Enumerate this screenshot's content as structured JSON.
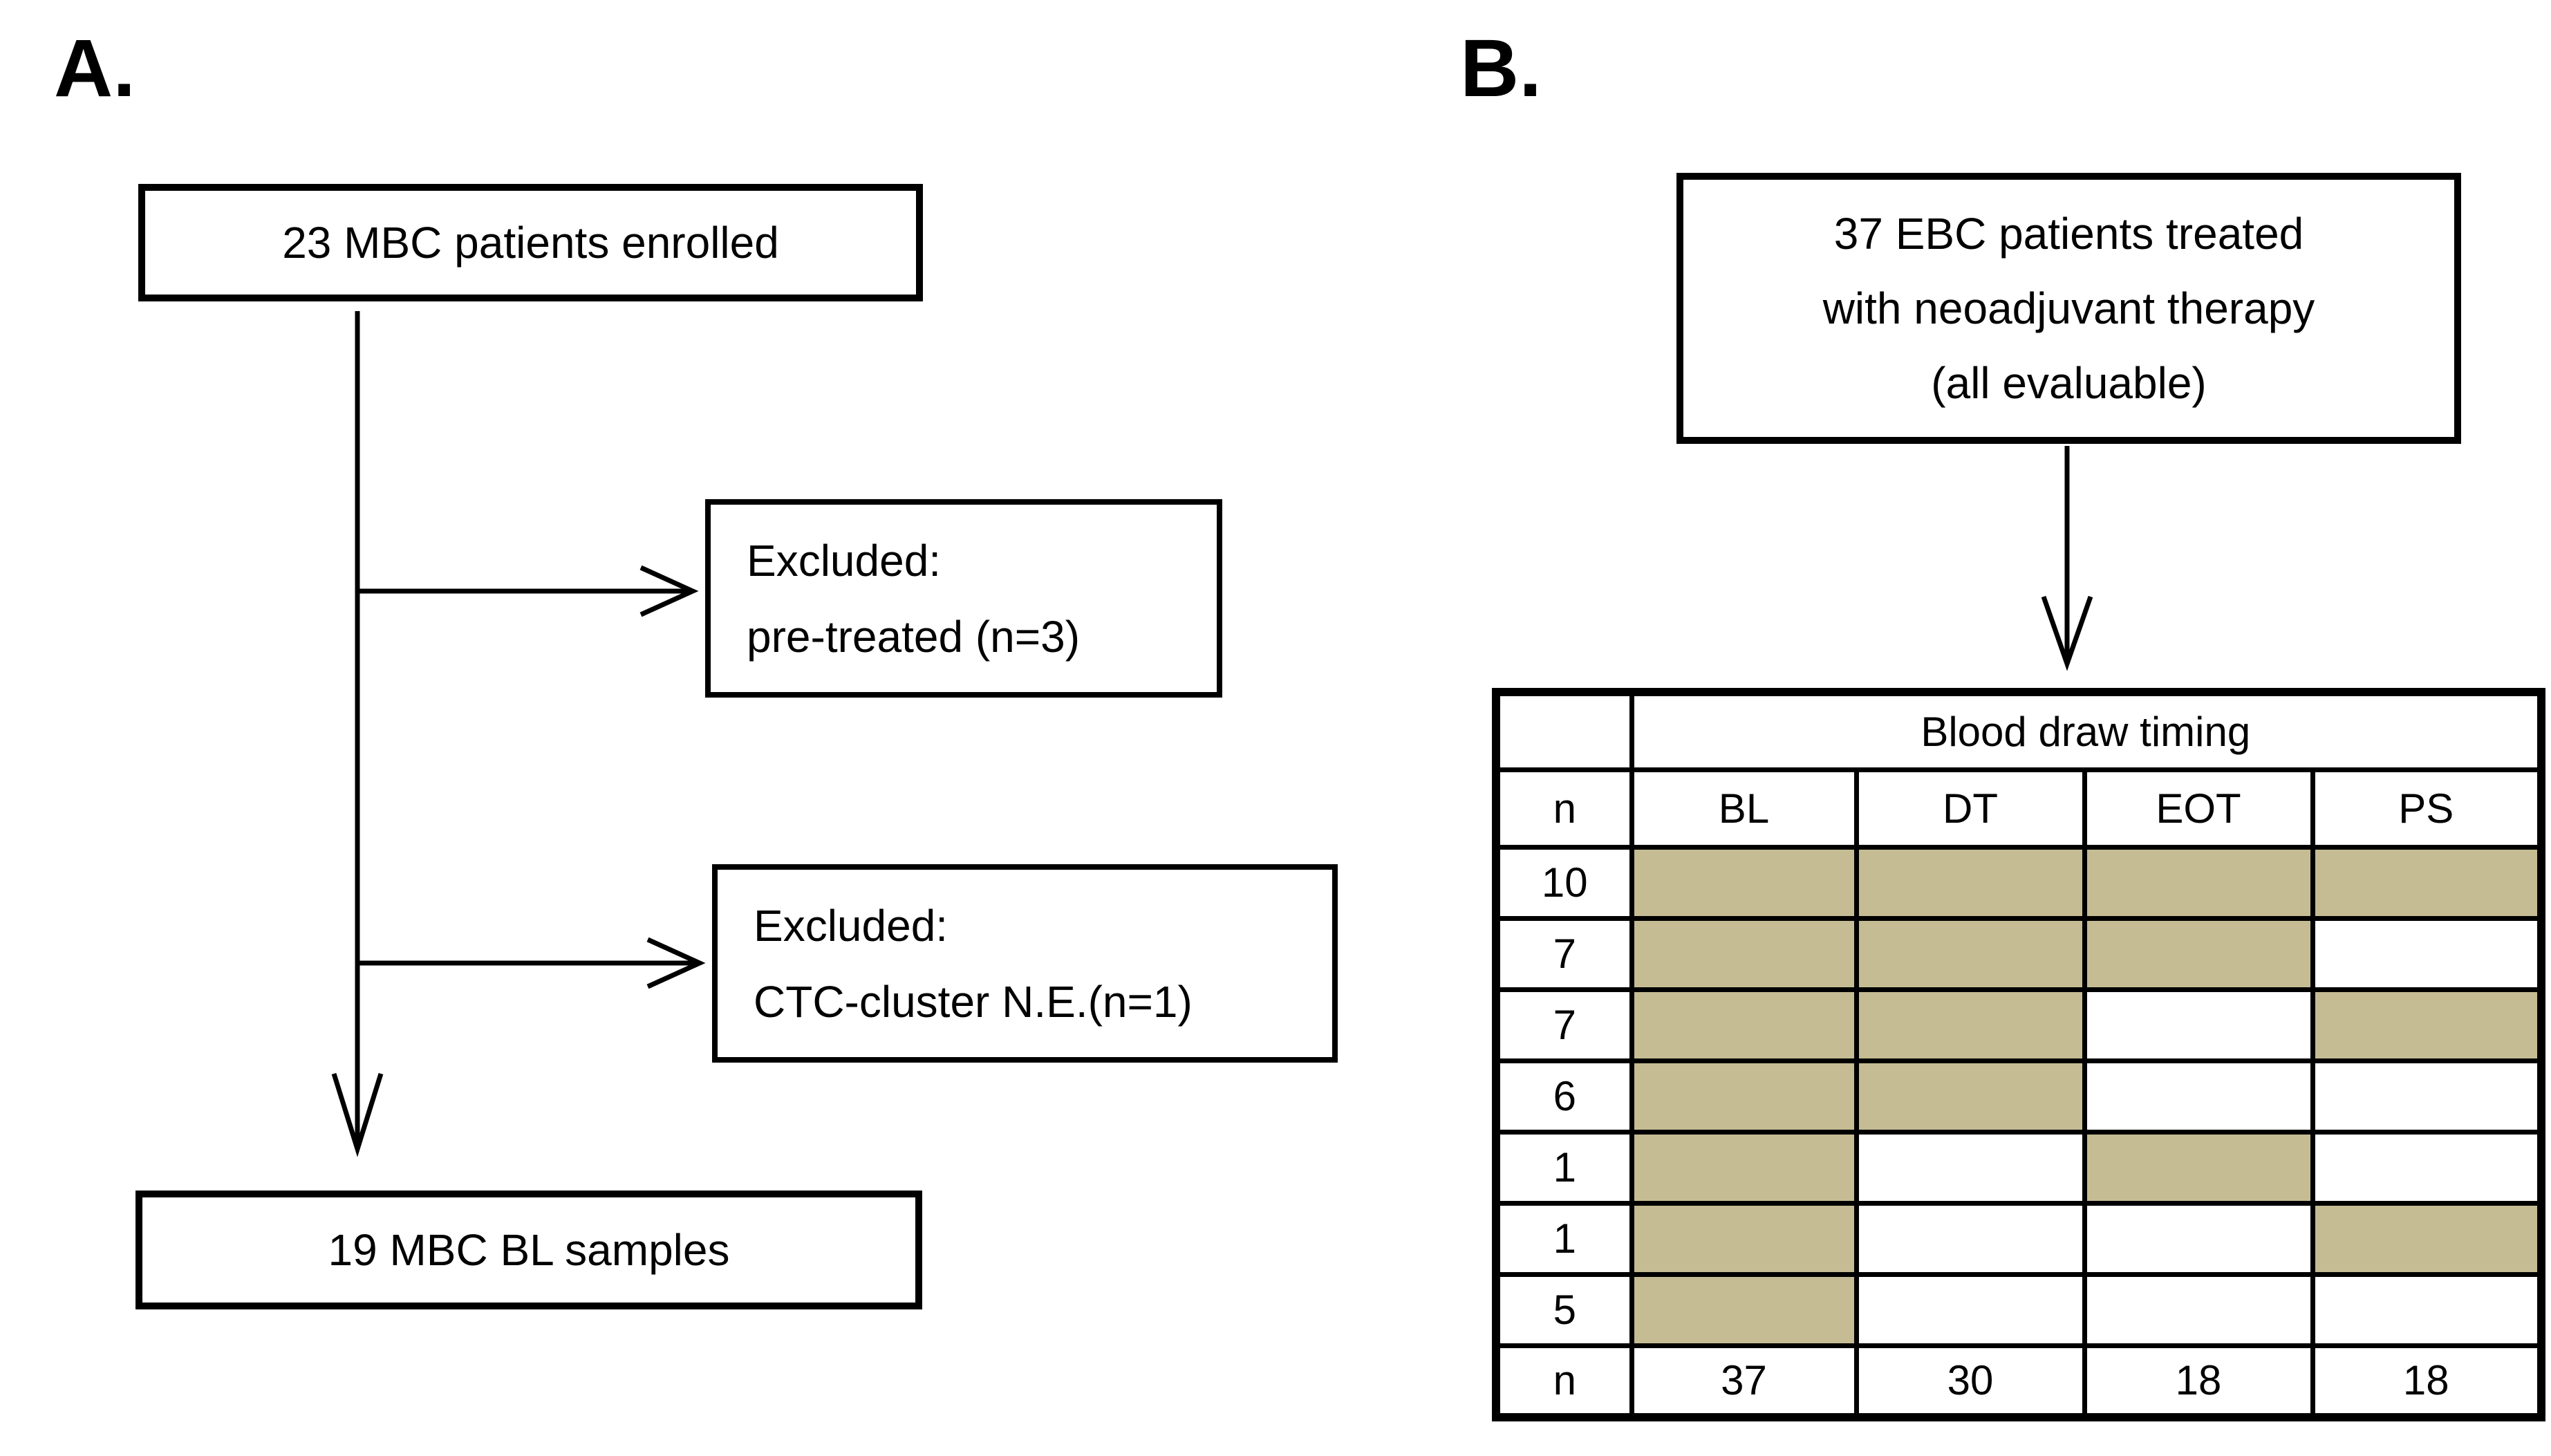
{
  "colors": {
    "shaded_cell": "#c5bc94",
    "line": "#000000",
    "background": "#ffffff"
  },
  "panelA": {
    "label": "A.",
    "enrolled": "23 MBC patients enrolled",
    "excluded1": {
      "line1": "Excluded:",
      "line2": "pre-treated (n=3)"
    },
    "excluded2": {
      "line1": "Excluded:",
      "line2": "CTC-cluster N.E.(n=1)"
    },
    "samples": "19 MBC BL samples"
  },
  "panelB": {
    "label": "B.",
    "patients": {
      "line1": "37 EBC patients treated",
      "line2": "with neoadjuvant therapy",
      "line3": "(all evaluable)"
    },
    "table": {
      "span_header": "Blood draw timing",
      "columns": [
        "n",
        "BL",
        "DT",
        "EOT",
        "PS"
      ],
      "rows": [
        {
          "n": "10",
          "shaded": [
            true,
            true,
            true,
            true
          ]
        },
        {
          "n": "7",
          "shaded": [
            true,
            true,
            true,
            false
          ]
        },
        {
          "n": "7",
          "shaded": [
            true,
            true,
            false,
            true
          ]
        },
        {
          "n": "6",
          "shaded": [
            true,
            true,
            false,
            false
          ]
        },
        {
          "n": "1",
          "shaded": [
            true,
            false,
            true,
            false
          ]
        },
        {
          "n": "1",
          "shaded": [
            true,
            false,
            false,
            true
          ]
        },
        {
          "n": "5",
          "shaded": [
            true,
            false,
            false,
            false
          ]
        }
      ],
      "footer": {
        "label": "n",
        "values": [
          "37",
          "30",
          "18",
          "18"
        ]
      }
    }
  }
}
